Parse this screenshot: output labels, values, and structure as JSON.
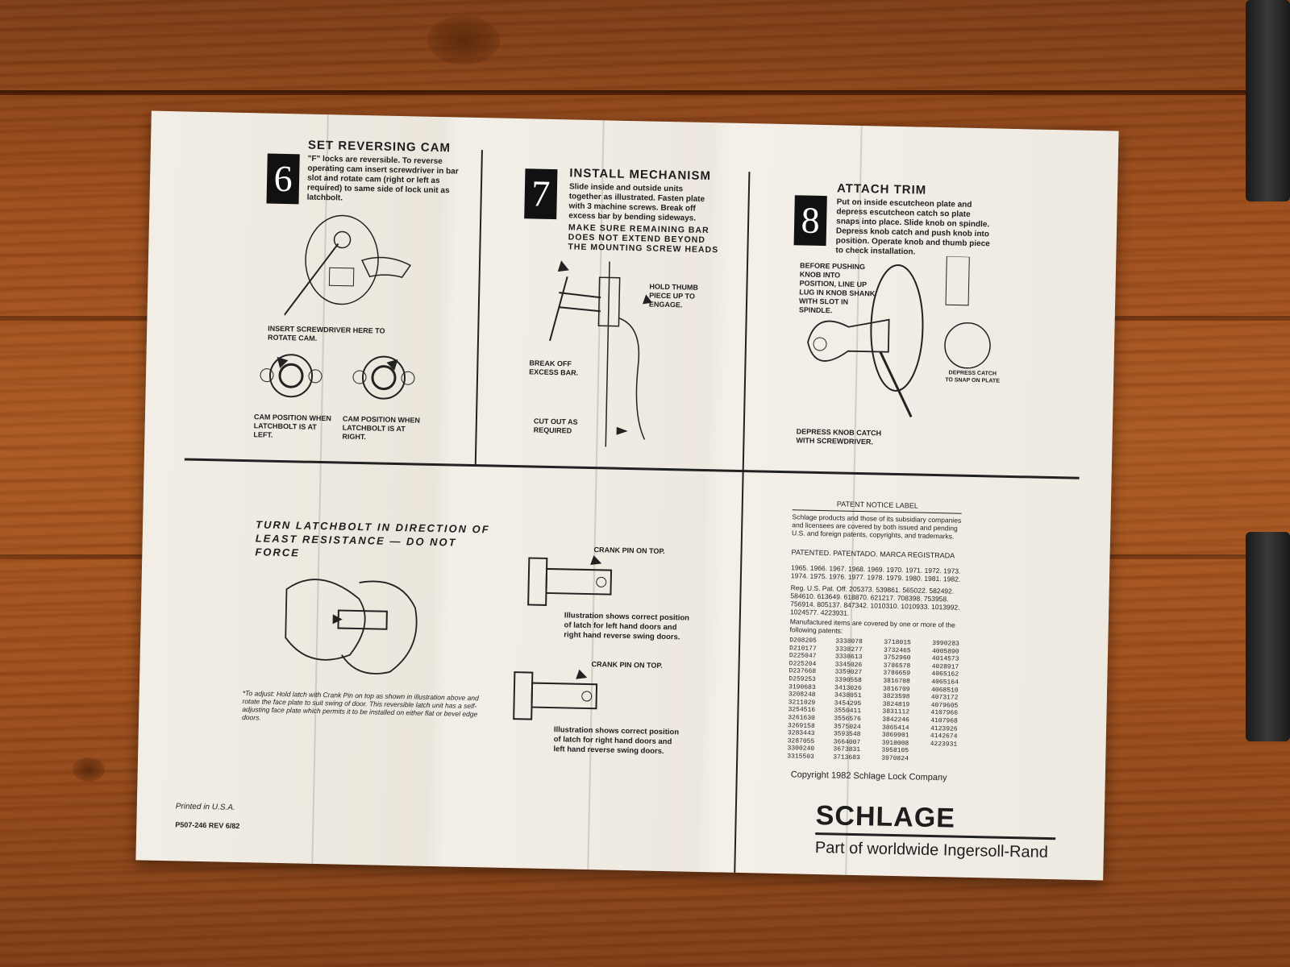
{
  "step6": {
    "number": "6",
    "title": "Set Reversing Cam",
    "text": "\"F\" locks are reversible. To reverse operating cam insert screwdriver in bar slot and rotate cam (right or left as required) to same side of lock unit as latchbolt.",
    "insert_caption": "Insert screwdriver here to rotate cam.",
    "cam_left": "Cam position when latchbolt is at left.",
    "cam_right": "Cam position when latchbolt is at right."
  },
  "step7": {
    "number": "7",
    "title": "Install Mechanism",
    "text": "Slide inside and outside units together as illustrated. Fasten plate with 3 machine screws. Break off excess bar by bending sideways.",
    "warning": "Make sure remaining bar does not extend beyond the mounting screw heads",
    "hold_thumb": "Hold thumb piece up to engage.",
    "break_off": "Break off excess bar.",
    "cut_out": "Cut out as required"
  },
  "step8": {
    "number": "8",
    "title": "Attach Trim",
    "text": "Put on inside escutcheon plate and depress escutcheon catch so plate snaps into place. Slide knob on spindle. Depress knob catch and push knob into position. Operate knob and thumb piece to check installation.",
    "before_pushing": "Before pushing knob into position, line up lug in knob shank with slot in spindle.",
    "depress_catch": "Depress catch to snap on plate",
    "depress_knob": "Depress knob catch with screwdriver."
  },
  "latch": {
    "title": "Turn latchbolt in direction of least resistance — do not force",
    "adjust_note": "*To adjust: Hold latch with Crank Pin on top as shown in illustration above and rotate the face plate to suit swing of door. This reversible latch unit has a self-adjusting face plate which permits it to be installed on either flat or bevel edge doors.",
    "crank1": "Crank pin on top.",
    "illus1": "Illustration shows correct position of latch for left hand doors and right hand reverse swing doors.",
    "crank2": "Crank pin on top.",
    "illus2": "Illustration shows correct position of latch for right hand doors and left hand reverse swing doors."
  },
  "patent": {
    "heading": "PATENT NOTICE LABEL",
    "intro": "Schlage products and those of its subsidiary companies and licensees are covered by both issued and pending U.S. and foreign patents, copyrights, and trademarks.",
    "marks": "PATENTED. PATENTADO. MARCA REGISTRADA",
    "years1": "1965. 1966. 1967. 1968. 1969. 1970. 1971. 1972. 1973.",
    "years2": "1974. 1975. 1976. 1977. 1978. 1979. 1980. 1981. 1982.",
    "reg": "Reg. U.S. Pat. Off. 205373. 539861. 565022. 582492. 584610. 613649. 618870. 621217. 708398. 753958. 756914. 805137. 847342. 1010310. 1010933. 1013992. 1024577. 4223931.",
    "manufactured": "Manufactured items are covered by one or more of the following patents:",
    "col1": "D208205\nD210177\nD225047\nD225204\nD237668\nD259253\n3190683\n3208248\n3211029\n3254516\n3261630\n3269158\n3283443\n3287055\n3300240\n3315503",
    "col2": "3338078\n3338277\n3338613\n3345026\n3359027\n3390558\n3413026\n3438051\n3454295\n3550411\n3556576\n3575024\n3593548\n3664007\n3673831\n3713683",
    "col3": "3718015\n3732465\n3752960\n3786578\n3786659\n3816708\n3816709\n3823598\n3824819\n3831112\n3842246\n3865414\n3869901\n3918008\n3958105\n3970824",
    "col4": "3990283\n4005890\n4014573\n4028917\n4065162\n4065164\n4068510\n4073172\n4079605\n4107966\n4107968\n4123926\n4142674\n4223931",
    "copyright": "Copyright 1982 Schlage Lock Company"
  },
  "brand": {
    "name": "SCHLAGE",
    "tagline": "Part of worldwide Ingersoll-Rand"
  },
  "footer": {
    "printed": "Printed in U.S.A.",
    "code": "P507-246 REV 6/82"
  }
}
